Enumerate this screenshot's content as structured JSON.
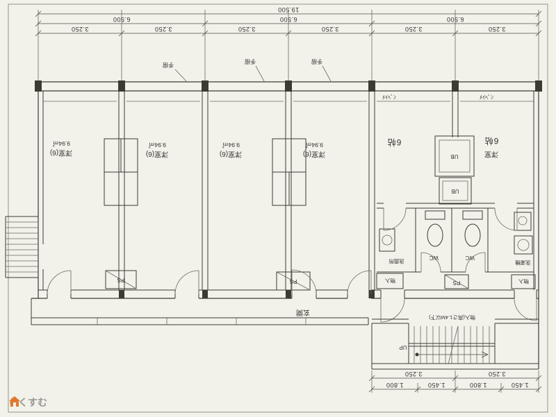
{
  "watermark": {
    "brand": "らくすむ"
  },
  "dimensions": {
    "top_total": "19.500",
    "top_spans": [
      "6.500",
      "6.500",
      "6.500"
    ],
    "top_modules": [
      "3.250",
      "3.250",
      "3.250",
      "3.250",
      "3.250",
      "3.250"
    ],
    "bottom_spans": [
      "3.250",
      "3.250"
    ],
    "bottom_modules": [
      "1.800",
      "1.450",
      "1.800",
      "1.450"
    ]
  },
  "rooms": [
    {
      "name": "洋室(6)",
      "area": "9.94㎡"
    },
    {
      "name": "洋室(6)",
      "area": "9.94㎡"
    },
    {
      "name": "洋室(6)",
      "area": "9.94㎡"
    },
    {
      "name": "洋室(6)",
      "area": "9.94㎡"
    },
    {
      "name": "6帖",
      "area": ""
    },
    {
      "name": "洋室",
      "area": "6帖"
    }
  ],
  "fixtures": {
    "unit_bath_upper": "UB",
    "unit_bath_lower": "UB",
    "pipe_spaces": [
      "PS",
      "PS",
      "PS"
    ],
    "toilets": [
      "WC",
      "WC"
    ],
    "washroom": "洗面所",
    "laundry": "洗濯機",
    "storage_left": "物入",
    "storage_right": "物入",
    "entrance": "玄関",
    "stair_direction": "UP",
    "stair_note": "物入(高さ1.4M以下)"
  },
  "annotations": {
    "handrails": [
      "手摺",
      "手摺",
      "手摺"
    ],
    "window_notes": [
      "ﾒｲﾍﾞﾝ",
      "ﾒｲﾍﾞﾝ"
    ]
  }
}
